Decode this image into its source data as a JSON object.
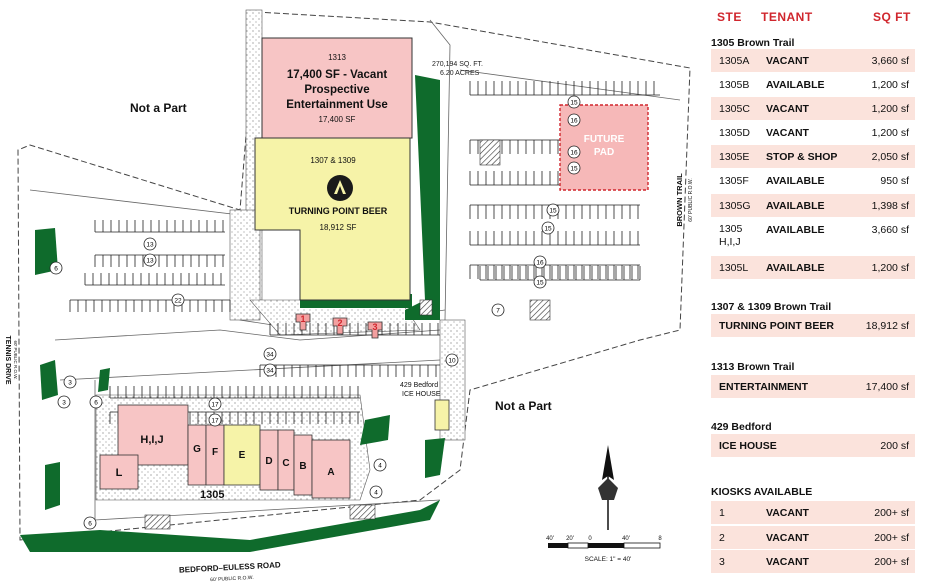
{
  "map": {
    "not_a_part_north": "Not a Part",
    "not_a_part_east": "Not a Part",
    "building_1313": {
      "number": "1313",
      "line1": "17,400 SF - Vacant",
      "line2": "Prospective",
      "line3": "Entertainment Use",
      "sf": "17,400 SF"
    },
    "building_1307": {
      "number": "1307 & 1309",
      "brand": "TURNING POINT BEER",
      "sf": "18,912 SF"
    },
    "lot_area": {
      "line1": "270,194 SQ. FT.",
      "line2": "6.20 ACRES"
    },
    "future_pad": {
      "line1": "FUTURE",
      "line2": "PAD"
    },
    "ice_house": {
      "line1": "429 Bedford",
      "line2": "ICE HOUSE"
    },
    "strip_units": [
      "H,I,J",
      "G",
      "F",
      "E",
      "D",
      "C",
      "B",
      "A",
      "L"
    ],
    "strip_label": "1305",
    "kiosks": [
      "1",
      "2",
      "3"
    ],
    "roads": {
      "brown_trail": "BROWN TRAIL",
      "brown_trail_sub": "60' PUBLIC R.O.W.",
      "tennis_drive": "TENNIS DRIVE",
      "tennis_drive_sub": "60' PUBLIC R.O.W.",
      "bedford": "BEDFORD–EULESS ROAD",
      "bedford_sub": "60' PUBLIC R.O.W."
    },
    "parking_counts": [
      "13",
      "13",
      "6",
      "22",
      "3",
      "3",
      "6",
      "17",
      "17",
      "34",
      "34",
      "6",
      "10",
      "7",
      "4",
      "4",
      "15",
      "16",
      "15",
      "15",
      "15",
      "16",
      "15",
      "16"
    ],
    "scale": {
      "ticks": [
        "40'",
        "20'",
        "0",
        "40'",
        "8"
      ],
      "label": "SCALE: 1\" = 40'"
    }
  },
  "legend": {
    "headers": {
      "ste": "STE",
      "tenant": "TENANT",
      "sqft": "SQ FT"
    },
    "groups": [
      {
        "title": "1305 Brown Trail",
        "rows": [
          {
            "ste": "1305A",
            "tenant": "VACANT",
            "sqft": "3,660 sf"
          },
          {
            "ste": "1305B",
            "tenant": "AVAILABLE",
            "sqft": "1,200 sf"
          },
          {
            "ste": "1305C",
            "tenant": "VACANT",
            "sqft": "1,200 sf"
          },
          {
            "ste": "1305D",
            "tenant": "VACANT",
            "sqft": "1,200 sf"
          },
          {
            "ste": "1305E",
            "tenant": "STOP & SHOP",
            "sqft": "2,050 sf"
          },
          {
            "ste": "1305F",
            "tenant": "AVAILABLE",
            "sqft": "950 sf"
          },
          {
            "ste": "1305G",
            "tenant": "AVAILABLE",
            "sqft": "1,398 sf"
          },
          {
            "ste": "1305 H,I,J",
            "tenant": "AVAILABLE",
            "sqft": "3,660 sf"
          },
          {
            "ste": "1305L",
            "tenant": "AVAILABLE",
            "sqft": "1,200 sf"
          }
        ]
      },
      {
        "title": "1307 & 1309 Brown Trail",
        "rows": [
          {
            "tenant": "TURNING POINT BEER",
            "sqft": "18,912 sf"
          }
        ]
      },
      {
        "title": "1313 Brown Trail",
        "rows": [
          {
            "tenant": "ENTERTAINMENT",
            "sqft": "17,400 sf"
          }
        ]
      },
      {
        "title": "429 Bedford",
        "rows": [
          {
            "tenant": "ICE HOUSE",
            "sqft": "200 sf"
          }
        ]
      },
      {
        "title": "KIOSKS AVAILABLE",
        "rows": [
          {
            "ste": "1",
            "tenant": "VACANT",
            "sqft": "200+ sf"
          },
          {
            "ste": "2",
            "tenant": "VACANT",
            "sqft": "200+ sf"
          },
          {
            "ste": "3",
            "tenant": "VACANT",
            "sqft": "200+ sf"
          }
        ]
      }
    ]
  },
  "colors": {
    "vacant_pink": "#f7c5c5",
    "tenant_yellow": "#f6f3a8",
    "landscape_green": "#0f6b2c",
    "accent_red": "#d0262d",
    "row_shade": "#fbe3dc"
  }
}
